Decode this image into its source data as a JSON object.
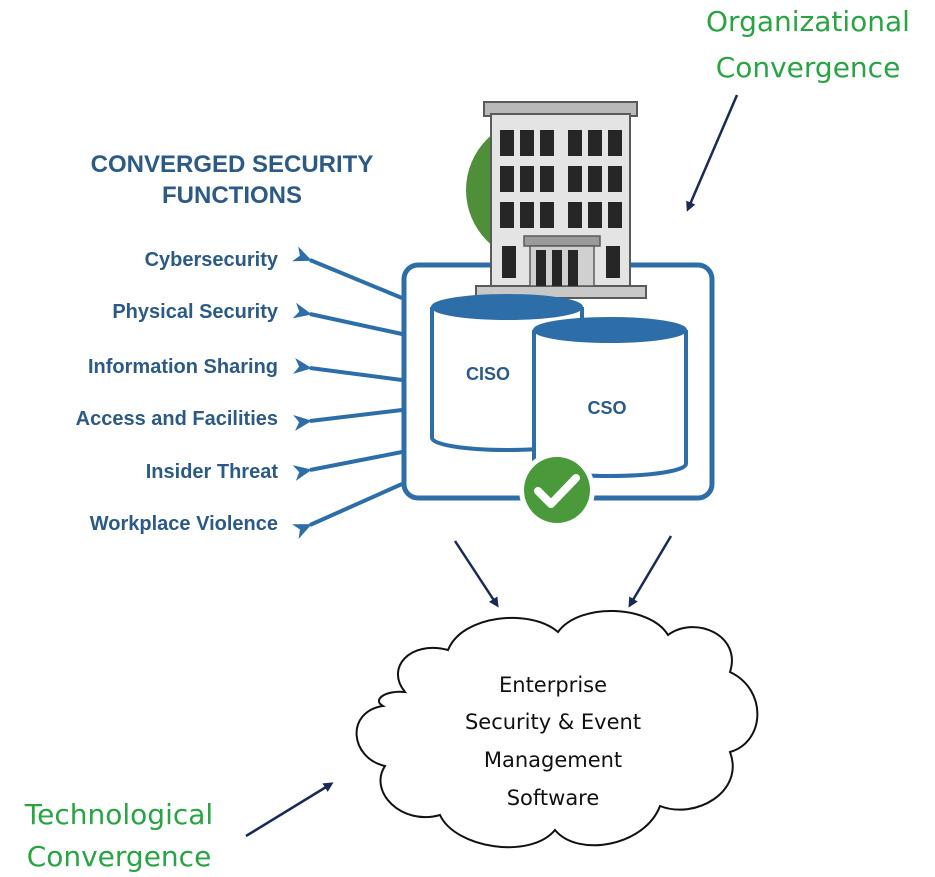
{
  "heading": {
    "line1": "CONVERGED SECURITY",
    "line2": "FUNCTIONS"
  },
  "functions": [
    "Cybersecurity",
    "Physical Security",
    "Information Sharing",
    "Access and Facilities",
    "Insider Threat",
    "Workplace Violence"
  ],
  "roles": {
    "ciso": "CISO",
    "cso": "CSO"
  },
  "organizational": {
    "line1": "Organizational",
    "line2": "Convergence"
  },
  "technological": {
    "line1": "Technological",
    "line2": "Convergence"
  },
  "cloud": {
    "lines": [
      "Enterprise",
      "Security & Event",
      "Management",
      "Software"
    ]
  },
  "icons": {
    "building": "building-icon",
    "check": "checkmark-icon"
  },
  "colors": {
    "blue": "#2c5a84",
    "green": "#2aa345",
    "navy": "#1b2a55",
    "check_green": "#4a9a3c"
  }
}
